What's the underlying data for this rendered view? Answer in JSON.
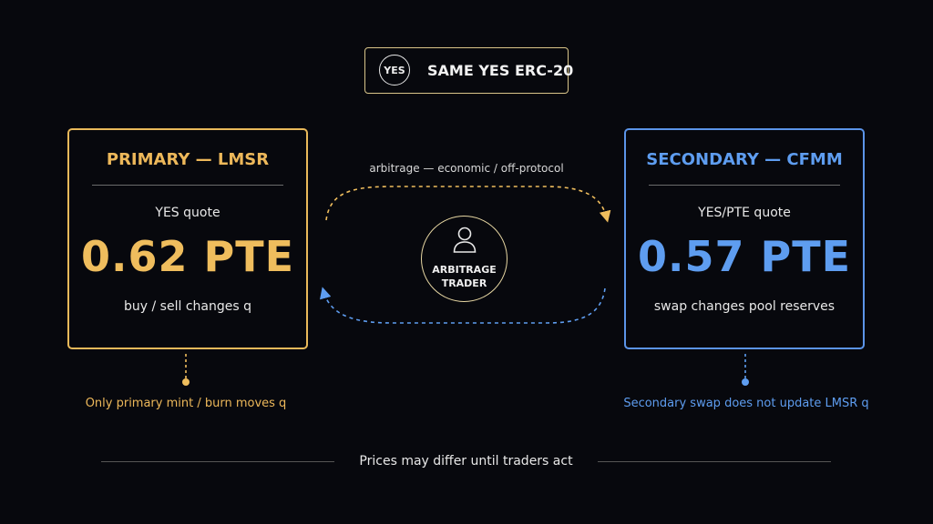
{
  "token": {
    "icon_text": "YES",
    "label": "SAME YES ERC-20"
  },
  "primary": {
    "title": "PRIMARY — LMSR",
    "quote_label": "YES quote",
    "price": "0.62 PTE",
    "note": "buy / sell changes q",
    "footnote": "Only primary mint / burn moves q"
  },
  "secondary": {
    "title": "SECONDARY — CFMM",
    "quote_label": "YES/PTE quote",
    "price": "0.57 PTE",
    "note": "swap changes pool reserves",
    "footnote": "Secondary swap does not update LMSR q"
  },
  "arbitrage": {
    "label": "arbitrage — economic / off-protocol",
    "trader_label": "ARBITRAGE TRADER",
    "trader_icon": "person-icon"
  },
  "footer": {
    "text": "Prices may differ until traders act"
  },
  "colors": {
    "primary": "#edb85a",
    "secondary": "#5e9df0",
    "background": "#07080d"
  }
}
